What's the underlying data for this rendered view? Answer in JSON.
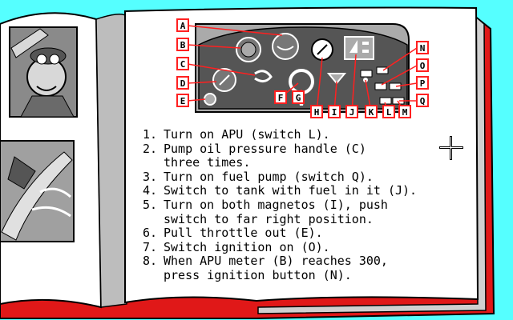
{
  "colors": {
    "background": "#55ffff",
    "page": "#ffffff",
    "cover": "#e01818",
    "label_box": "#ff2020",
    "panel_dark": "#555555",
    "panel_mid": "#aaaaaa"
  },
  "panel_labels": {
    "left": [
      "A",
      "B",
      "C",
      "D",
      "E"
    ],
    "bottom": [
      "F",
      "G",
      "H",
      "I",
      "J",
      "K",
      "L",
      "M"
    ],
    "right": [
      "N",
      "O",
      "P",
      "Q"
    ]
  },
  "instructions": [
    {
      "num": "1.",
      "text": "Turn on APU (switch L)."
    },
    {
      "num": "2.",
      "text": "Pump oil pressure handle (C)\nthree times."
    },
    {
      "num": "3.",
      "text": "Turn on fuel pump (switch Q)."
    },
    {
      "num": "4.",
      "text": "Switch to tank with fuel in it (J)."
    },
    {
      "num": "5.",
      "text": "Turn on both magnetos (I), push\nswitch to far right position."
    },
    {
      "num": "6.",
      "text": "Pull throttle out (E)."
    },
    {
      "num": "7.",
      "text": "Switch ignition on (O)."
    },
    {
      "num": "8.",
      "text": "When APU meter (B) reaches 300,\npress ignition button (N)."
    }
  ]
}
